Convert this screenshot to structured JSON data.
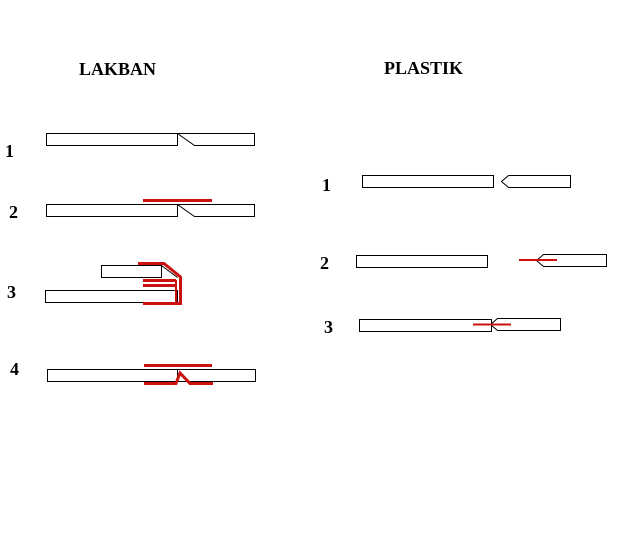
{
  "headings": {
    "left": "LAKBAN",
    "right": "PLASTIK"
  },
  "lakban": {
    "steps": [
      "1",
      "2",
      "3",
      "4"
    ]
  },
  "plastik": {
    "steps": [
      "1",
      "2",
      "3"
    ]
  },
  "colors": {
    "tape": "#cc1111",
    "outline": "#000000",
    "background": "#ffffff"
  }
}
